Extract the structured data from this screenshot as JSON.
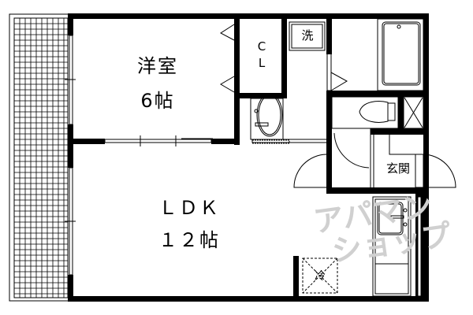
{
  "floorplan": {
    "rooms": {
      "western_room": {
        "name": "洋室",
        "size": "6帖"
      },
      "ldk": {
        "name": "ＬＤＫ",
        "size": "１２帖"
      },
      "closet": {
        "line1": "C",
        "line2": "L"
      },
      "washer": "洗",
      "entrance": "玄関",
      "fridge": "冷"
    },
    "watermark": {
      "line1": "アパマン",
      "line2": "ショップ"
    },
    "colors": {
      "wall": "#000000",
      "background": "#ffffff",
      "watermark": "#d0d0d0"
    }
  }
}
